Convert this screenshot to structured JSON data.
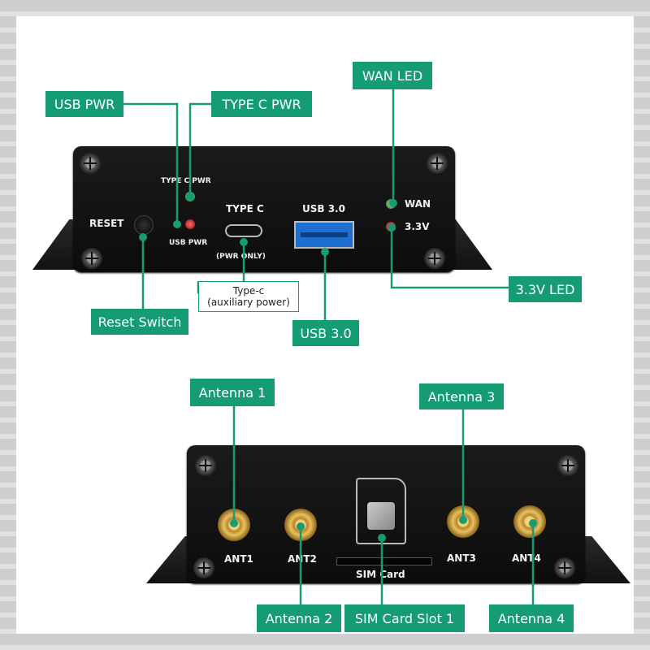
{
  "labels": {
    "usb_pwr": "USB PWR",
    "type_c_pwr": "TYPE C PWR",
    "wan_led": "WAN LED",
    "reset_switch": "Reset Switch",
    "typec_line1": "Type-c",
    "typec_line2": "(auxiliary power)",
    "usb30": "USB 3.0",
    "led33": "3.3V LED",
    "antenna1": "Antenna 1",
    "antenna2": "Antenna 2",
    "antenna3": "Antenna 3",
    "antenna4": "Antenna 4",
    "sim_slot": "SIM Card Slot 1"
  },
  "device_front": {
    "type_c_pwr": "TYPE C PWR",
    "usb_pwr": "USB PWR",
    "reset": "RESET",
    "type_c": "TYPE C",
    "pwr_only": "(PWR ONLY)",
    "usb30": "USB 3.0",
    "wan": "WAN",
    "v33": "3.3V"
  },
  "device_back": {
    "ant1": "ANT1",
    "ant2": "ANT2",
    "ant3": "ANT3",
    "ant4": "ANT4",
    "sim_card": "SIM Card"
  },
  "colors": {
    "label_bg": "#169c74",
    "line": "#169c74"
  }
}
